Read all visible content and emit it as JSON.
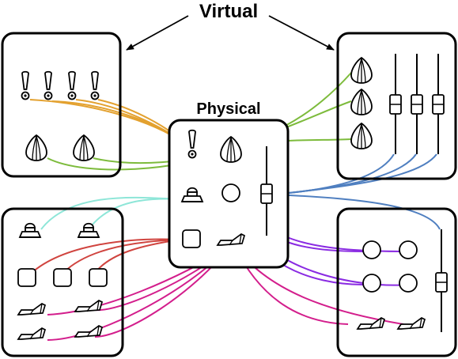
{
  "titles": {
    "virtual": "Virtual",
    "physical": "Physical"
  },
  "colors": {
    "orange": "#e3a12f",
    "green": "#7dbb3c",
    "blue": "#4f7fc0",
    "cyan": "#8ee6d8",
    "red": "#d0443f",
    "purple": "#8a2be2",
    "magenta": "#d31e8c",
    "outline": "#000000"
  },
  "panels": [
    {
      "name": "panel-top-left",
      "controls": [
        "toggle-switch-icon",
        "toggle-switch-icon",
        "toggle-switch-icon",
        "toggle-switch-icon",
        "knob-icon",
        "knob-icon"
      ]
    },
    {
      "name": "panel-top-right",
      "controls": [
        "knob-icon",
        "knob-icon",
        "knob-icon",
        "slider-icon",
        "slider-icon",
        "slider-icon"
      ]
    },
    {
      "name": "panel-physical",
      "controls": [
        "toggle-switch-icon",
        "knob-icon",
        "slider-icon",
        "arcade-button-icon",
        "circle-button-icon",
        "square-button-icon",
        "rocker-switch-icon"
      ]
    },
    {
      "name": "panel-bottom-left",
      "controls": [
        "arcade-button-icon",
        "arcade-button-icon",
        "square-button-icon",
        "square-button-icon",
        "square-button-icon",
        "rocker-switch-icon",
        "rocker-switch-icon",
        "rocker-switch-icon",
        "rocker-switch-icon"
      ]
    },
    {
      "name": "panel-bottom-right",
      "controls": [
        "circle-button-icon",
        "circle-button-icon",
        "circle-button-icon",
        "circle-button-icon",
        "slider-icon",
        "rocker-switch-icon",
        "rocker-switch-icon"
      ]
    }
  ]
}
